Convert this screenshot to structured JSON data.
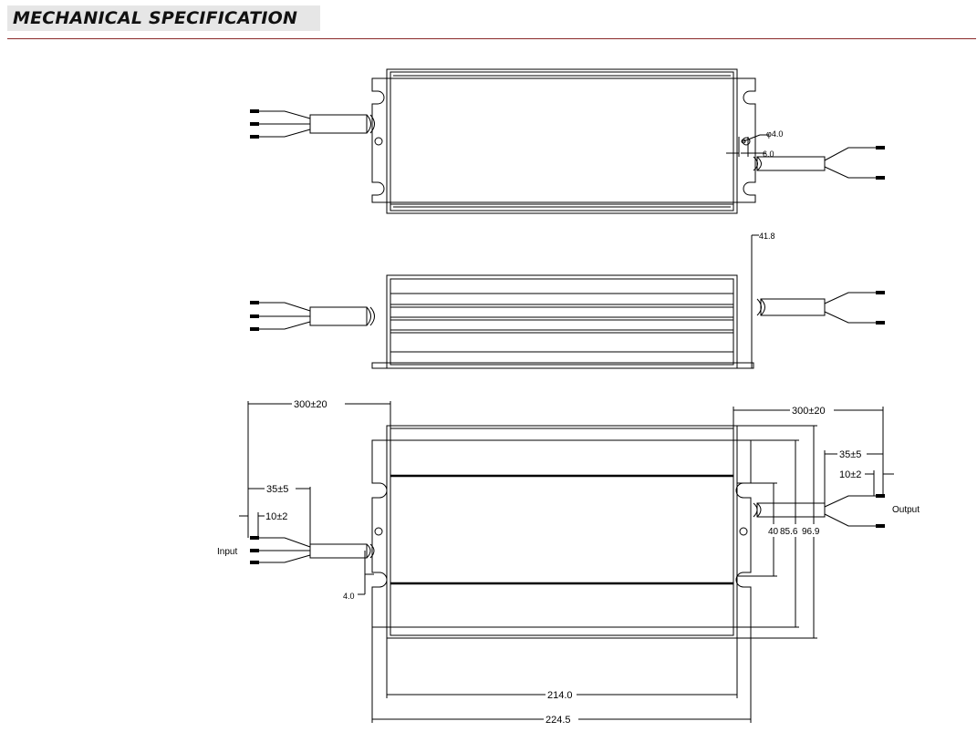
{
  "header": {
    "title": "MECHANICAL SPECIFICATION",
    "rule_color": "#8a2a2a"
  },
  "top_view": {
    "hole_dia_label": "φ4.0",
    "slot_label": "6.0"
  },
  "side_view": {
    "height_label": "41.8"
  },
  "bottom_view": {
    "input_cable_length": "300±20",
    "output_cable_length": "300±20",
    "input_strip_length": "35±5",
    "input_tin_length": "10±2",
    "output_strip_length": "35±5",
    "output_tin_length": "10±2",
    "input_label": "Input",
    "output_label": "Output",
    "mount_offset": "4.0",
    "inner_width": "40",
    "mount_width": "85.6",
    "overall_width": "96.9",
    "body_length": "214.0",
    "overall_length": "224.5"
  }
}
